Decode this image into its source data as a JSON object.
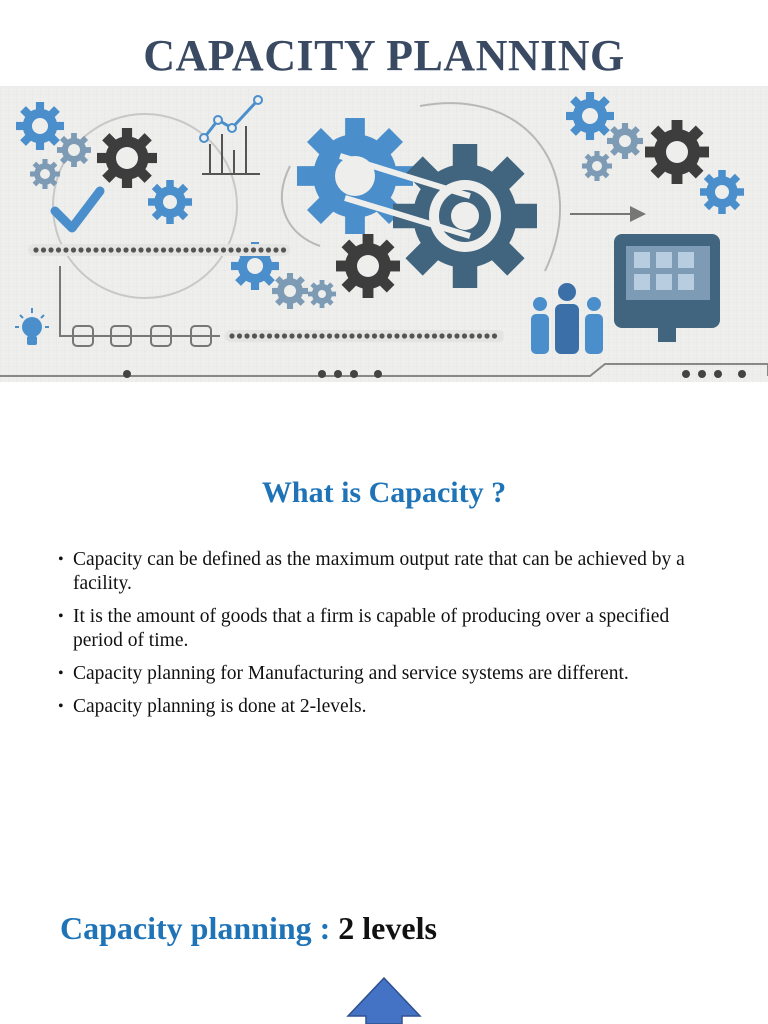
{
  "title": "CAPACITY PLANNING",
  "banner": {
    "icons": [
      "gear-icon",
      "chart-icon",
      "checkmark-icon",
      "lightbulb-icon",
      "people-icon",
      "monitor-icon",
      "arrow-right-icon"
    ]
  },
  "section": {
    "heading": "What is Capacity ?",
    "bullets": [
      "Capacity can be defined as the maximum output rate that can be achieved by a facility.",
      "It is the amount of goods that a firm is capable of producing over a specified period of time.",
      "Capacity planning for Manufacturing and  service systems are different.",
      "Capacity planning is done at 2-levels."
    ]
  },
  "levels": {
    "label": "Capacity planning : ",
    "value": "2 levels"
  },
  "colors": {
    "title": "#3b4a63",
    "accent_blue": "#1f73b7",
    "gear_blue": "#4a8fcc",
    "gear_dark": "#3d3d3d",
    "gear_grey": "#7d9bb5",
    "gear_slate": "#41647f",
    "banner_bg": "#eeeeec"
  }
}
